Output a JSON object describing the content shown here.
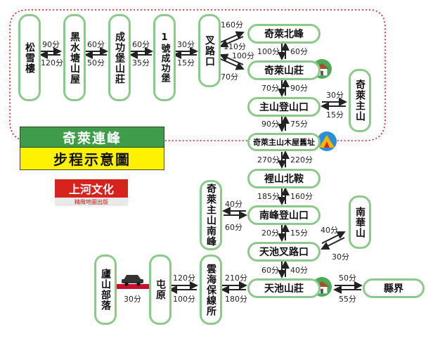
{
  "title": {
    "line1": "奇萊連峰",
    "line2": "步程示意圖"
  },
  "publisher": {
    "name": "上河文化",
    "tagline": "精緻地圖出版"
  },
  "nodes": {
    "songxuelou": "松雪樓",
    "heishuitang": "黑水塘山屋",
    "chenggongbao": "成功堡山莊",
    "chenggong1": "1號成功堡",
    "chalu": "叉路口",
    "qilai_north": "奇萊北峰",
    "qilai_lodge": "奇萊山莊",
    "qilai_main": "奇萊主山",
    "zhushan_trailhead": "主山登山口",
    "old_cabin": "奇萊主山木屋舊址",
    "lishan_saddle": "裡山北鞍",
    "nanfeng_trailhead": "南峰登山口",
    "qilai_south": "奇萊主山南峰",
    "nanhua": "南華山",
    "tianchi_junction": "天池叉路口",
    "tianchi_lodge": "天池山莊",
    "county_border": "縣界",
    "yunhai": "雲海保線所",
    "tunyuan": "屯原",
    "lushan": "廬山部落"
  },
  "times": {
    "song_hei_fwd": "90分",
    "song_hei_back": "120分",
    "hei_cheng_fwd": "60分",
    "hei_cheng_back": "50分",
    "cheng_c1_fwd": "60分",
    "cheng_c1_back": "35分",
    "c1_cha_fwd": "30分",
    "c1_cha_back": "15分",
    "cha_north_up": "160分",
    "cha_north_down": "110分",
    "cha_lodge_fwd": "100分",
    "cha_lodge_back": "70分",
    "north_lodge_down": "100分",
    "north_lodge_up": "60分",
    "lodge_zhu_down": "70分",
    "lodge_zhu_up": "90分",
    "zhu_main_fwd": "30分",
    "zhu_main_back": "15分",
    "zhu_cabin_up": "90分",
    "zhu_cabin_down": "75分",
    "cabin_saddle_up": "270分",
    "cabin_saddle_down": "220分",
    "saddle_nanfeng_up": "185分",
    "saddle_nanfeng_down": "160分",
    "nanfeng_south_fwd": "40分",
    "nanfeng_south_back": "60分",
    "nanfeng_tj_up": "20分",
    "nanfeng_tj_down": "15分",
    "tj_nanhua_fwd": "40分",
    "tj_nanhua_back": "30分",
    "tj_lodge_up": "60分",
    "tj_lodge_down": "40分",
    "lodge_county_fwd": "50分",
    "lodge_county_back": "55分",
    "yunhai_lodge_fwd": "210分",
    "yunhai_lodge_back": "180分",
    "tun_yun_fwd": "120分",
    "tun_yun_back": "100分",
    "lu_tun": "30分"
  },
  "colors": {
    "node_border": "#8cc98a",
    "route_boundary": "#d11b1b",
    "title_green": "#3f9c4a",
    "title_yellow": "#fff200",
    "road_red": "#c8102e"
  }
}
